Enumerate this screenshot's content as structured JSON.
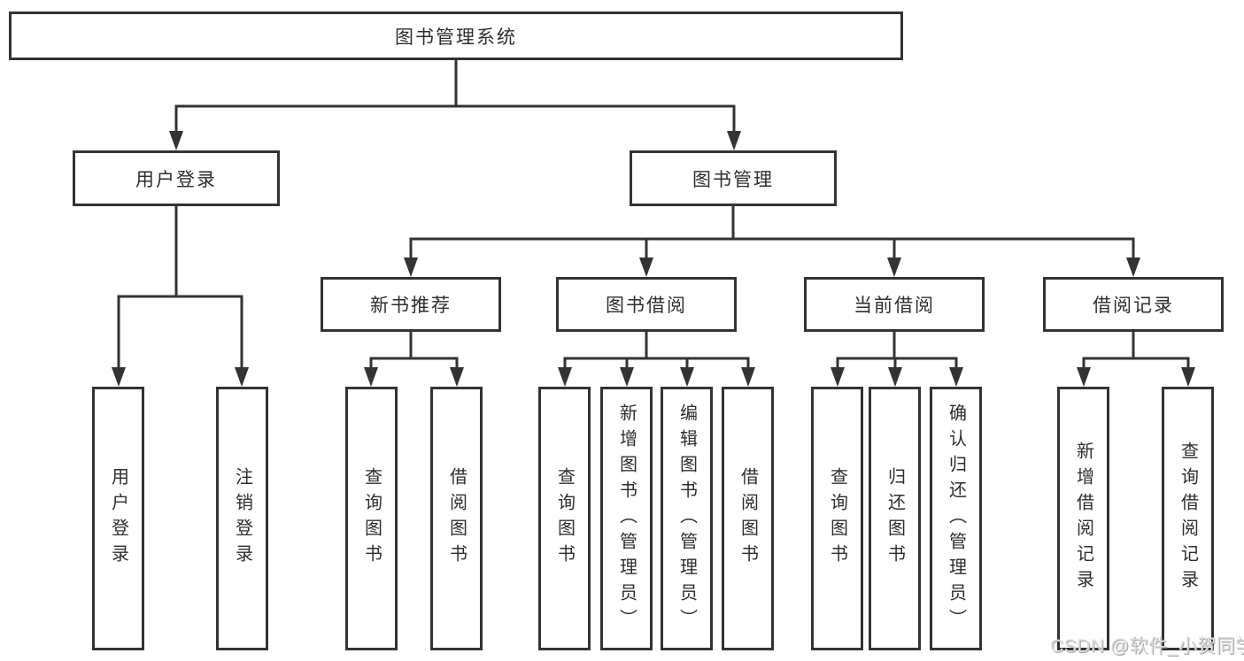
{
  "tree": {
    "label": "图书管理系统",
    "children": [
      {
        "label": "用户登录",
        "children": [
          {
            "label": "用户登录"
          },
          {
            "label": "注销登录"
          }
        ]
      },
      {
        "label": "图书管理",
        "children": [
          {
            "label": "新书推荐",
            "children": [
              {
                "label": "查询图书"
              },
              {
                "label": "借阅图书"
              }
            ]
          },
          {
            "label": "图书借阅",
            "children": [
              {
                "label": "查询图书"
              },
              {
                "label": "新增图书（管理员）"
              },
              {
                "label": "编辑图书（管理员）"
              },
              {
                "label": "借阅图书"
              }
            ]
          },
          {
            "label": "当前借阅",
            "children": [
              {
                "label": "查询图书"
              },
              {
                "label": "归还图书"
              },
              {
                "label": "确认归还（管理员）"
              }
            ]
          },
          {
            "label": "借阅记录",
            "children": [
              {
                "label": "新增借阅记录"
              },
              {
                "label": "查询借阅记录"
              }
            ]
          }
        ]
      }
    ]
  },
  "watermark": "CSDN @软件_小贺同学",
  "colors": {
    "line": "#333333",
    "box_background": "#ffffff",
    "text": "#2e2e2e",
    "watermark": "#dcdcdc"
  }
}
